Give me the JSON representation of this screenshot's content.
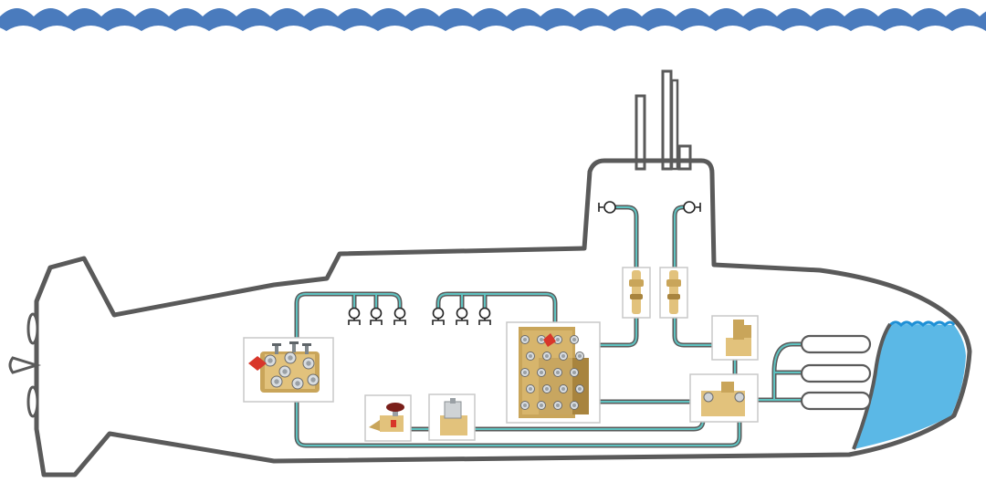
{
  "colors": {
    "water_waves": "#4a7bbd",
    "ballast_water": "#5bb8e6",
    "hull_outline": "#5a5a5a",
    "pipe_teal": "#5fc2c0",
    "brass": "#c9a55a",
    "red_handle": "#d8362a"
  },
  "components": [
    {
      "icon": "manifold-valve-block-icon",
      "name": "main-manifold"
    },
    {
      "icon": "central-valve-stack-icon",
      "name": "central-manifold"
    },
    {
      "icon": "needle-valve-red-handle-icon",
      "name": "needle-valve"
    },
    {
      "icon": "pressure-regulator-icon",
      "name": "regulator"
    },
    {
      "icon": "inline-filter-icon",
      "name": "conning-filters"
    },
    {
      "icon": "regulator-block-icon",
      "name": "ballast-regulators"
    }
  ],
  "gauge_groups": [
    3,
    3
  ],
  "storage_tanks": 3
}
